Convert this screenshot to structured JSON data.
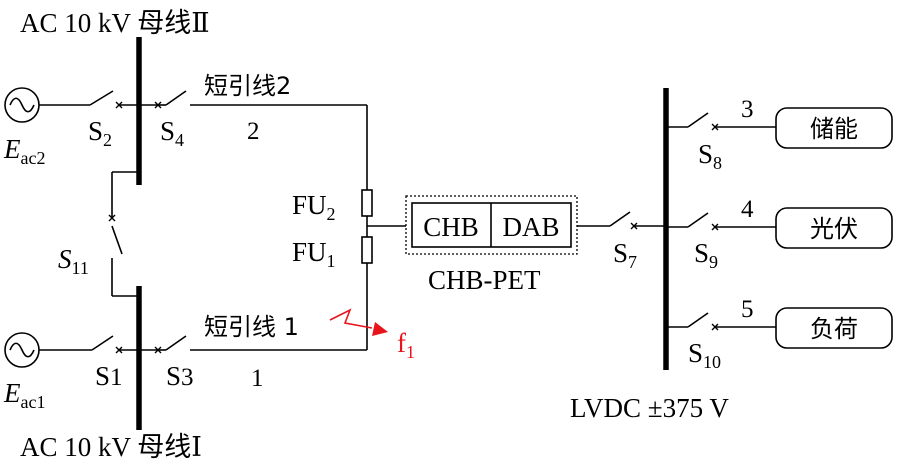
{
  "colors": {
    "line": "#000000",
    "fault": "#e8141c",
    "background": "#ffffff"
  },
  "buses": {
    "ac_bus_2": "AC 10 kV 母线Ⅱ",
    "ac_bus_1": "AC 10 kV 母线Ⅰ",
    "lvdc_bus": "LVDC ±375 V"
  },
  "sources": {
    "eac2": {
      "main": "E",
      "sub": "ac2"
    },
    "eac1": {
      "main": "E",
      "sub": "ac1"
    }
  },
  "switches": {
    "s2": {
      "main": "S",
      "sub": "2"
    },
    "s4": {
      "main": "S",
      "sub": "4"
    },
    "s1": {
      "main": "S",
      "sub": "1"
    },
    "s3": {
      "main": "S",
      "sub": "3"
    },
    "s11": {
      "main": "S",
      "sub": "11"
    },
    "s7": {
      "main": "S",
      "sub": "7"
    },
    "s8": {
      "main": "S",
      "sub": "8"
    },
    "s9": {
      "main": "S",
      "sub": "9"
    },
    "s10": {
      "main": "S",
      "sub": "10"
    }
  },
  "lines": {
    "line2_label": "短引线2",
    "line2_number": "2",
    "line1_label": "短引线 1",
    "line1_number": "1"
  },
  "fuses": {
    "fu2": {
      "main": "FU",
      "sub": "2"
    },
    "fu1": {
      "main": "FU",
      "sub": "1"
    }
  },
  "converter": {
    "chb": "CHB",
    "dab": "DAB",
    "label": "CHB-PET"
  },
  "fault": {
    "main": "f",
    "sub": "1"
  },
  "feeders": [
    {
      "number": "3",
      "load": "储能"
    },
    {
      "number": "4",
      "load": "光伏"
    },
    {
      "number": "5",
      "load": "负荷"
    }
  ],
  "icons": {
    "ac_source": "ac-source-icon",
    "switch": "switch-icon",
    "fuse": "fuse-icon",
    "fault": "fault-lightning-icon"
  }
}
